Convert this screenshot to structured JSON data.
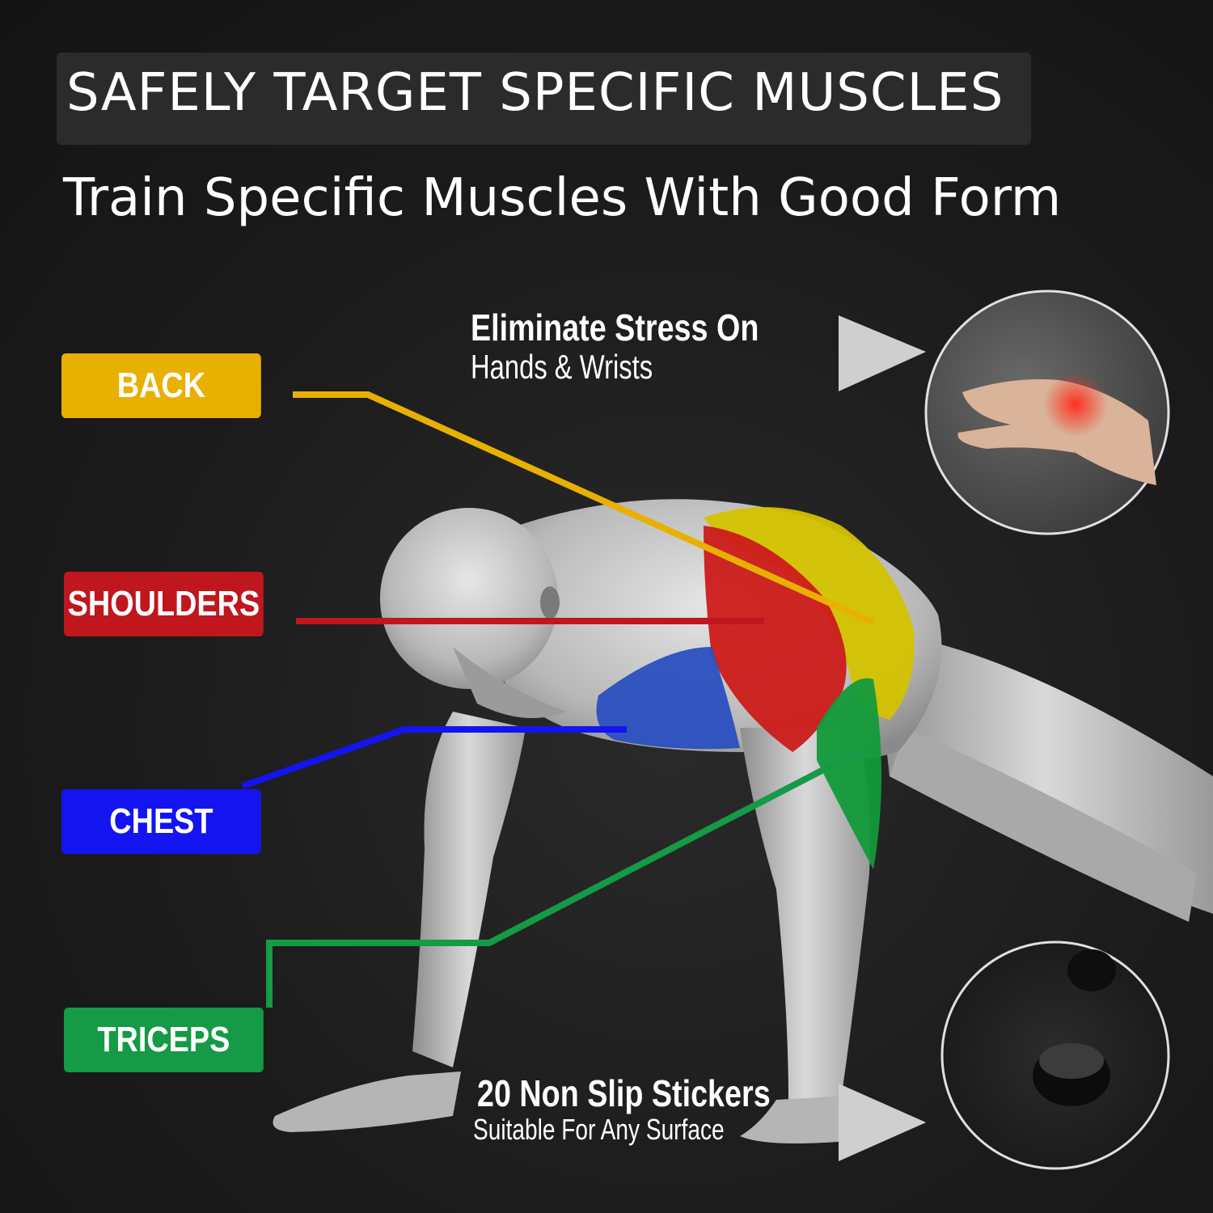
{
  "header": {
    "headline": "SAFELY TARGET SPECIFIC MUSCLES",
    "subheadline": "Train Specific Muscles With Good Form"
  },
  "muscle_labels": [
    {
      "key": "back",
      "text": "BACK",
      "color": "#e8b000"
    },
    {
      "key": "shoulders",
      "text": "SHOULDERS",
      "color": "#c0161d"
    },
    {
      "key": "chest",
      "text": "CHEST",
      "color": "#1414f0"
    },
    {
      "key": "triceps",
      "text": "TRICEPS",
      "color": "#159a45"
    }
  ],
  "features": [
    {
      "title": "Eliminate Stress On",
      "subtitle": "Hands & Wrists",
      "photo_icon": "wrist-pain-icon"
    },
    {
      "title": "20 Non Slip Stickers",
      "subtitle": "Suitable For Any Surface",
      "photo_icon": "non-slip-pad-icon"
    }
  ],
  "colors": {
    "background": "#1e1e1e",
    "headline_box": "#2b2b2b",
    "text": "#ffffff"
  }
}
